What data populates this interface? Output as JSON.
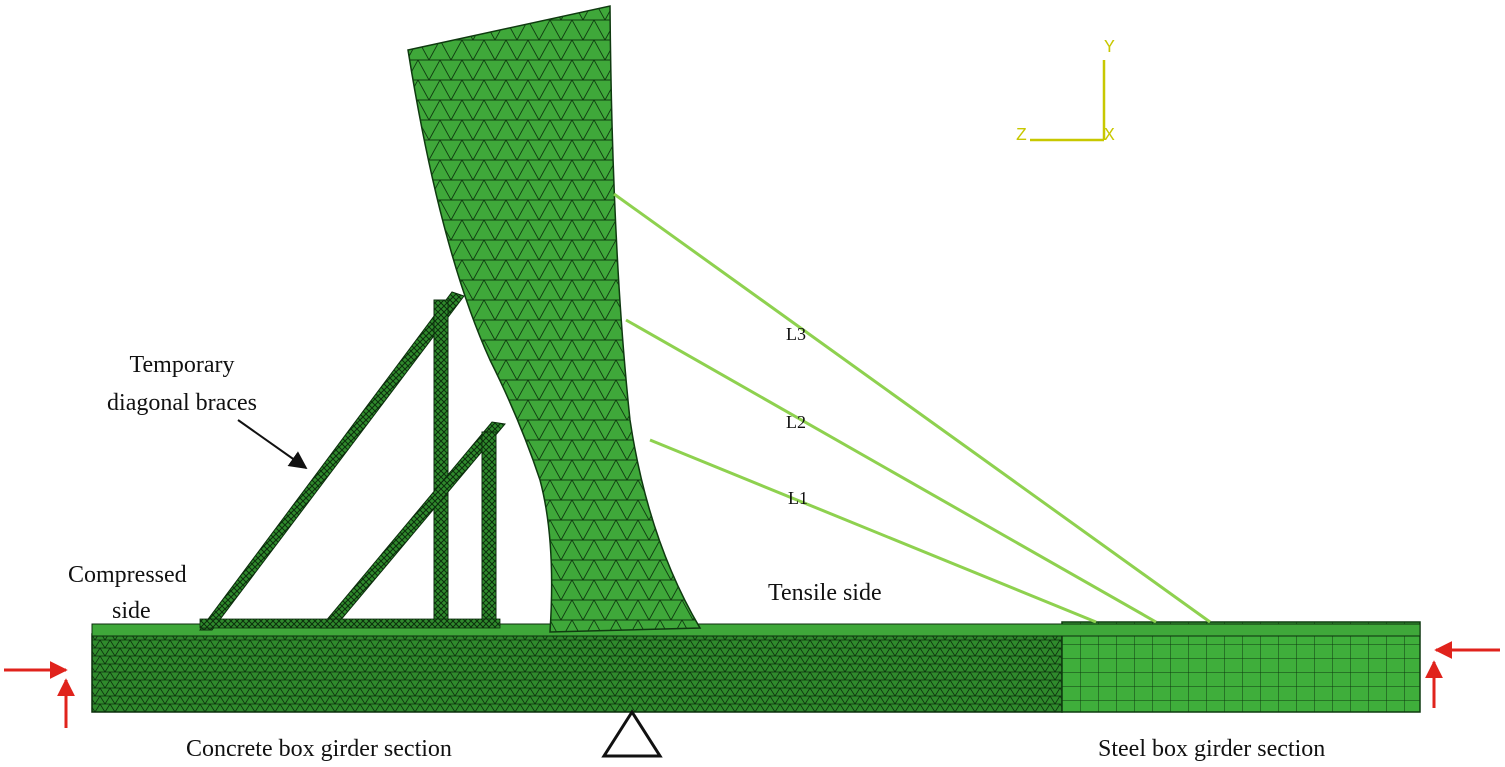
{
  "colors": {
    "mesh_fill": "#3fa83a",
    "mesh_line": "#0f3a10",
    "cable": "#8ed14f",
    "axis": "#c8c800",
    "load_arrow": "#e0231c",
    "text": "#111111"
  },
  "labels": {
    "temporary_braces_line1": "Temporary",
    "temporary_braces_line2": "diagonal braces",
    "compressed_line1": "Compressed",
    "compressed_line2": "side",
    "tensile": "Tensile side",
    "concrete_section": "Concrete box girder section",
    "steel_section": "Steel box girder section"
  },
  "cables": [
    {
      "name": "L1",
      "label": "L1"
    },
    {
      "name": "L2",
      "label": "L2"
    },
    {
      "name": "L3",
      "label": "L3"
    }
  ],
  "axes": {
    "y": "Y",
    "z": "Z",
    "x": "X"
  },
  "icons": {
    "support": "triangle-support-icon",
    "load_left": "load-arrows-left-icon",
    "load_right": "load-arrows-right-icon",
    "pointer": "pointer-arrow-icon"
  }
}
